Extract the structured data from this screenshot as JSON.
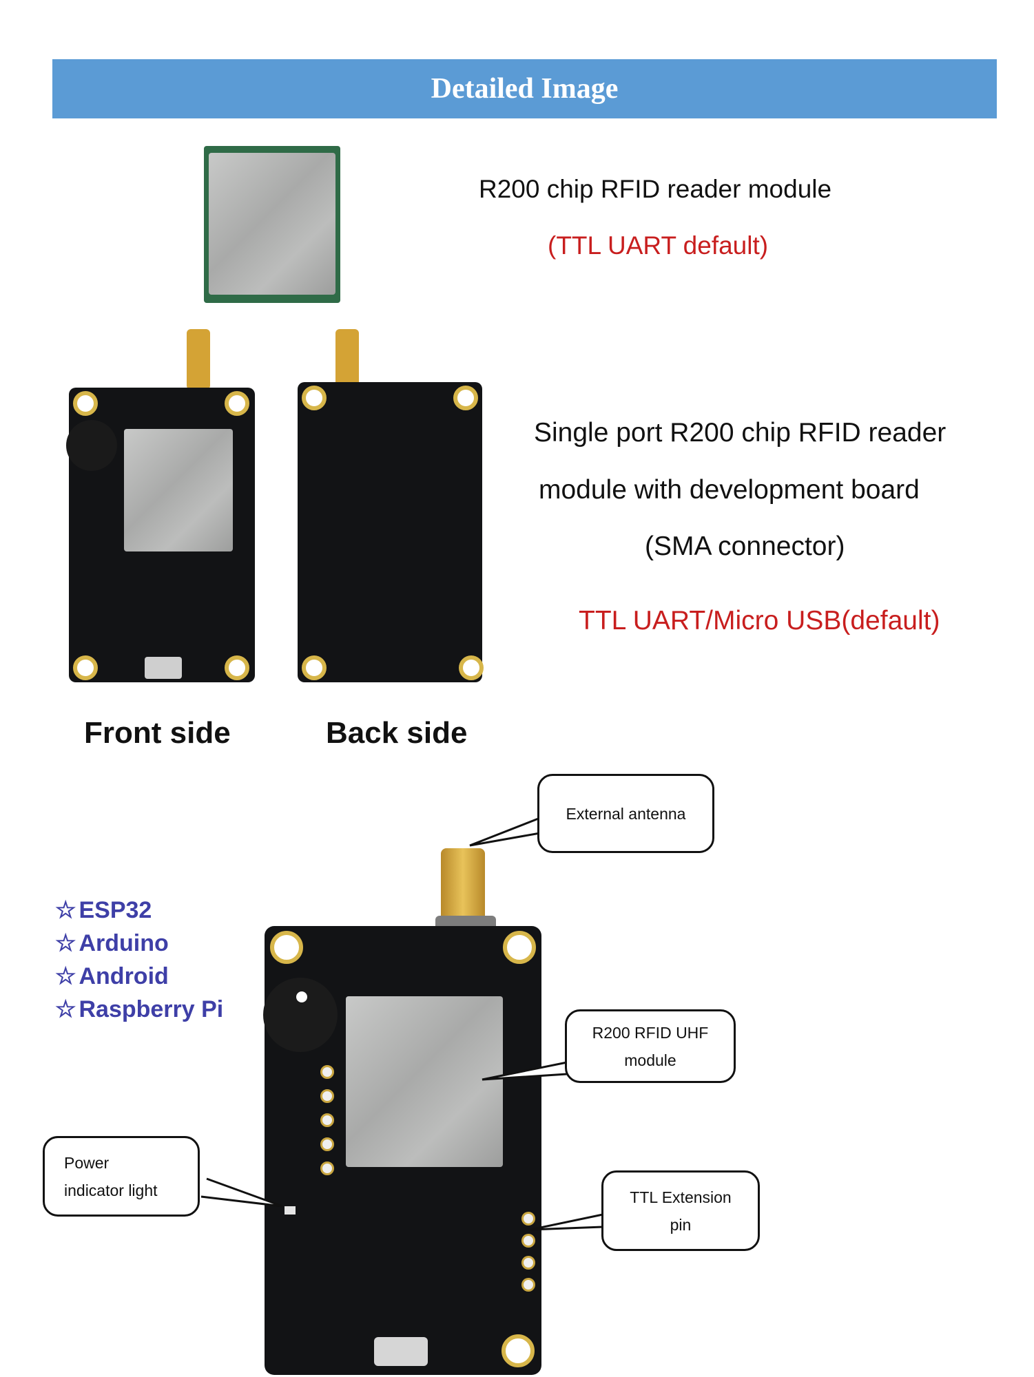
{
  "banner": {
    "title": "Detailed Image"
  },
  "module": {
    "title": "R200 chip RFID reader module",
    "interface": "(TTL UART default)"
  },
  "dev_board": {
    "line1": "Single port R200 chip RFID reader",
    "line2": "module with development board",
    "line3": "(SMA connector)",
    "interface": "TTL UART/Micro USB(default)"
  },
  "sides": {
    "front": "Front side",
    "back": "Back side"
  },
  "platforms": [
    "ESP32",
    "Arduino",
    "Android",
    "Raspberry Pi"
  ],
  "callouts": {
    "antenna": "External antenna",
    "uhf_module": "R200 RFID UHF\nmodule",
    "power_led": "Power\nindicator light",
    "ttl_pin": "TTL Extension\npin"
  },
  "colors": {
    "banner": "#5b9bd5",
    "accent_red": "#c81e1e",
    "platform_blue": "#3e3fa7"
  }
}
